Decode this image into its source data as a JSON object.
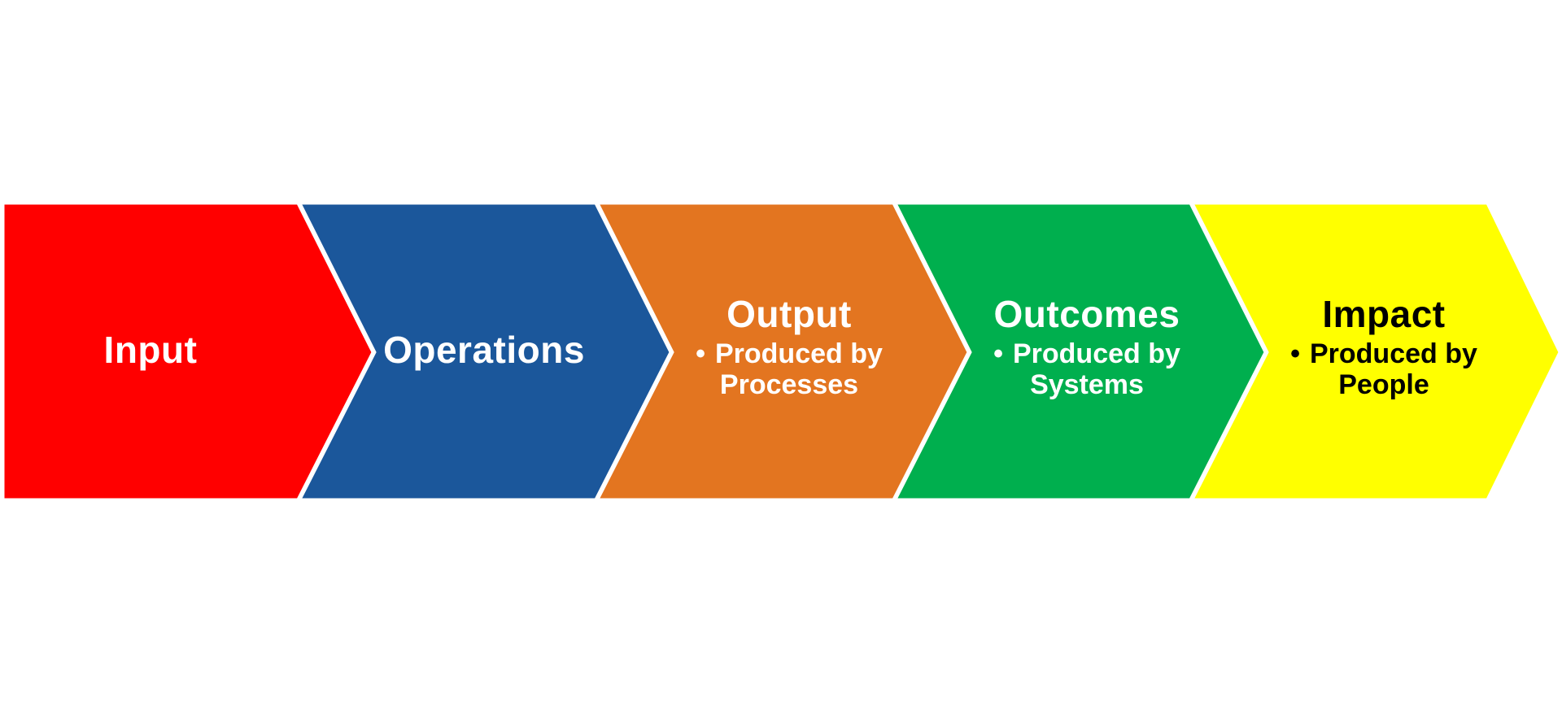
{
  "process": {
    "steps": [
      {
        "title": "Input",
        "bullet_line1": "",
        "bullet_line2": "",
        "color": "#FF0000",
        "text_color": "#FFFFFF"
      },
      {
        "title": "Operations",
        "bullet_line1": "",
        "bullet_line2": "",
        "color": "#1B579B",
        "text_color": "#FFFFFF"
      },
      {
        "title": "Output",
        "bullet_line1": "Produced by",
        "bullet_line2": "Processes",
        "color": "#E37520",
        "text_color": "#FFFFFF"
      },
      {
        "title": "Outcomes",
        "bullet_line1": "Produced by",
        "bullet_line2": "Systems",
        "color": "#00AF4E",
        "text_color": "#FFFFFF"
      },
      {
        "title": "Impact",
        "bullet_line1": "Produced by",
        "bullet_line2": "People",
        "color": "#FFFF00",
        "text_color": "#000000"
      }
    ],
    "bullet_glyph": "•"
  }
}
